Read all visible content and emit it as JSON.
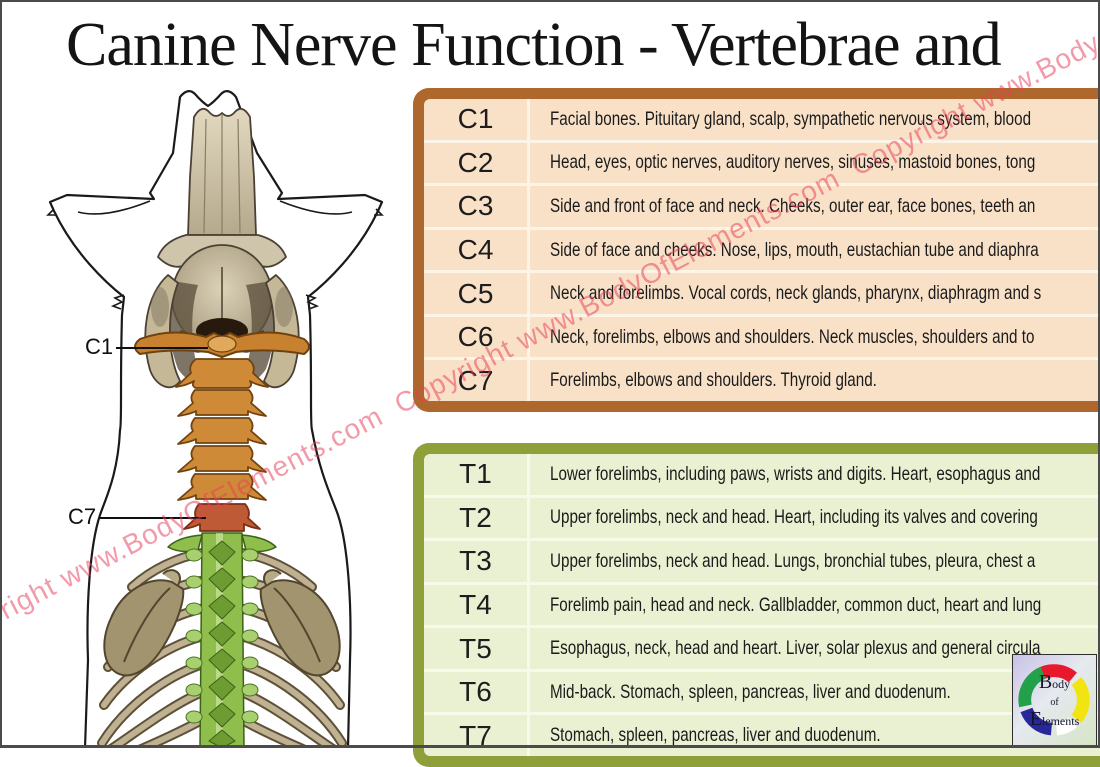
{
  "title": "Canine Nerve Function - Vertebrae and",
  "watermark": {
    "text": "Copyright www.BodyOfElements.com",
    "color": "#e83e58",
    "repeats_visible": 3
  },
  "illustration": {
    "subject": "dog-skeleton-dorsal-view",
    "labels": [
      {
        "text": "C1"
      },
      {
        "text": "C7"
      }
    ],
    "colors": {
      "cervical_bone": "#c8812f",
      "c7_highlight": "#bf5a37",
      "thoracic_bone": "#8fbe4d",
      "skull_bone": "#c9bfa2",
      "rib_bone": "#bfb191",
      "outline": "#1a1a1a"
    }
  },
  "cervical_table": {
    "accent": "#ae672c",
    "cell_bg": "#f9e1c8",
    "divider": "#fdf4e8",
    "rows": [
      {
        "label": "C1",
        "description": "Facial bones. Pituitary gland, scalp, sympathetic nervous system, blood"
      },
      {
        "label": "C2",
        "description": "Head, eyes, optic nerves, auditory nerves, sinuses, mastoid bones, tong"
      },
      {
        "label": "C3",
        "description": "Side and front of face and neck. Cheeks, outer ear, face bones, teeth an"
      },
      {
        "label": "C4",
        "description": "Side of face and cheeks. Nose, lips, mouth, eustachian tube and diaphra"
      },
      {
        "label": "C5",
        "description": "Neck and forelimbs. Vocal cords, neck glands, pharynx, diaphragm and s"
      },
      {
        "label": "C6",
        "description": "Neck, forelimbs, elbows and shoulders. Neck muscles, shoulders and to"
      },
      {
        "label": "C7",
        "description": "Forelimbs, elbows and shoulders. Thyroid gland."
      }
    ]
  },
  "thoracic_table": {
    "accent": "#8f9f39",
    "cell_bg": "#eaf0d2",
    "divider": "#f7fae9",
    "rows": [
      {
        "label": "T1",
        "description": "Lower forelimbs, including paws, wrists and digits. Heart, esophagus and"
      },
      {
        "label": "T2",
        "description": "Upper forelimbs, neck and head. Heart, including its valves and covering"
      },
      {
        "label": "T3",
        "description": "Upper forelimbs, neck and head. Lungs, bronchial tubes, pleura, chest a"
      },
      {
        "label": "T4",
        "description": "Forelimb pain, head and neck. Gallbladder, common duct, heart and lung"
      },
      {
        "label": "T5",
        "description": "Esophagus, neck, head and heart. Liver, solar plexus and general circula"
      },
      {
        "label": "T6",
        "description": "Mid-back. Stomach, spleen, pancreas, liver and duodenum."
      },
      {
        "label": "T7",
        "description": "Stomach, spleen, pancreas, liver and duodenum."
      }
    ]
  },
  "logo": {
    "body_initial": "B",
    "body_rest": "ody",
    "of": "of",
    "elements_initial": "E",
    "elements_rest": "lements",
    "ring_colors": {
      "red": "#e8192c",
      "yellow": "#f2e410",
      "white": "#ffffff",
      "blue": "#28289a",
      "green": "#22a04a"
    }
  }
}
